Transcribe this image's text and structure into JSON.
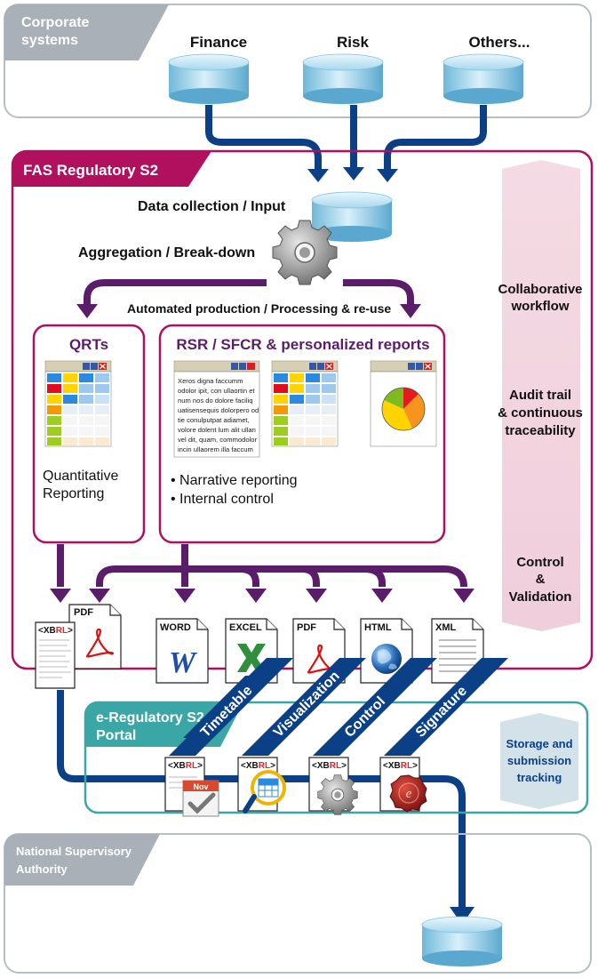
{
  "corporate": {
    "label_line1": "Corporate",
    "label_line2": "systems",
    "sources": [
      "Finance",
      "Risk",
      "Others..."
    ]
  },
  "fas": {
    "title": "FAS Regulatory S2",
    "data_collection": "Data collection / Input",
    "aggregation": "Aggregation / Break-down",
    "automated": "Automated production / Processing & re-use",
    "qrts_title": "QRTs",
    "qrts_caption_line1": "Quantitative",
    "qrts_caption_line2": "Reporting",
    "rsr_title": "RSR / SFCR & personalized reports",
    "narrative_text": [
      "Xeros digna faccumm",
      "odolor ipit, con ullaortin et",
      "num nos do dolore faciliq",
      "uatisensequis dolorpero od",
      "tie conulputpat adiamet,",
      "volore dolent lum alit ullan",
      "vel dit, quam, commodolor",
      "incin ullaorem illa faccum"
    ],
    "bullets": [
      "• Narrative reporting",
      "• Internal control"
    ]
  },
  "side_panel": {
    "item1_line1": "Collaborative",
    "item1_line2": "workflow",
    "item2_line1": "Audit trail",
    "item2_line2": "& continuous",
    "item2_line3": "traceability",
    "item3_line1": "Control",
    "item3_line2": "&",
    "item3_line3": "Validation"
  },
  "outputs": {
    "xbrl_prefix": "<XB",
    "xbrl_rl": "RL",
    "xbrl_suffix": ">",
    "pdf_over_xbrl": "PDF",
    "formats": [
      "WORD",
      "EXCEL",
      "PDF",
      "HTML",
      "XML"
    ]
  },
  "portal": {
    "title_line1": "e-Regulatory S2",
    "title_line2": "Portal",
    "stripes": [
      "Timetable",
      "Visualization",
      "Control",
      "Signature"
    ],
    "calendar_month": "Nov",
    "side_line1": "Storage and",
    "side_line2": "submission",
    "side_line3": "tracking"
  },
  "nsa": {
    "label_line1": "National Supervisory",
    "label_line2": "Authority"
  },
  "colors": {
    "arrow_blue": "#0b3f86",
    "arrow_purple": "#5b1d6a",
    "magenta": "#b0105e",
    "teal": "#3aa6a6",
    "grey_label": "#a9b0b8",
    "pink_panel": "#f2d3de",
    "teal_panel": "#d3e1e8"
  }
}
